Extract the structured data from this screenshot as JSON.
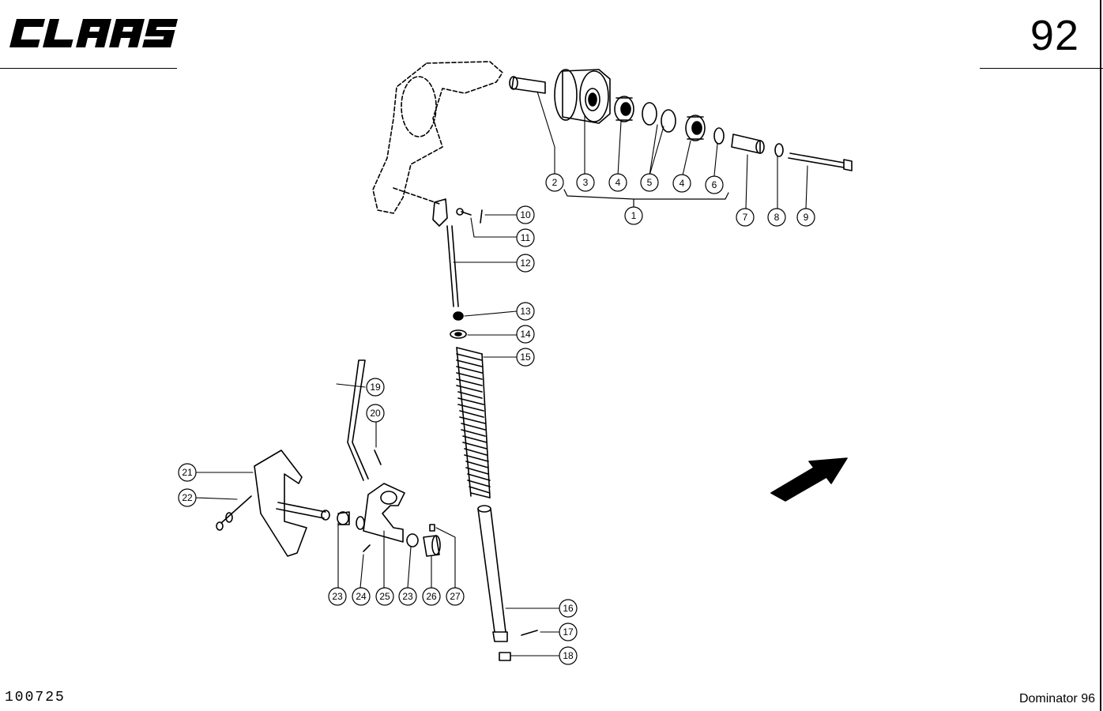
{
  "header": {
    "brand": "CLAAS",
    "page_number": "92"
  },
  "footer": {
    "drawing_code": "100725",
    "model": "Dominator 96"
  },
  "callouts": [
    "1",
    "2",
    "3",
    "4",
    "5",
    "6",
    "7",
    "8",
    "9",
    "10",
    "11",
    "12",
    "13",
    "14",
    "15",
    "16",
    "17",
    "18",
    "19",
    "20",
    "21",
    "22",
    "23",
    "24",
    "25",
    "26",
    "27"
  ]
}
